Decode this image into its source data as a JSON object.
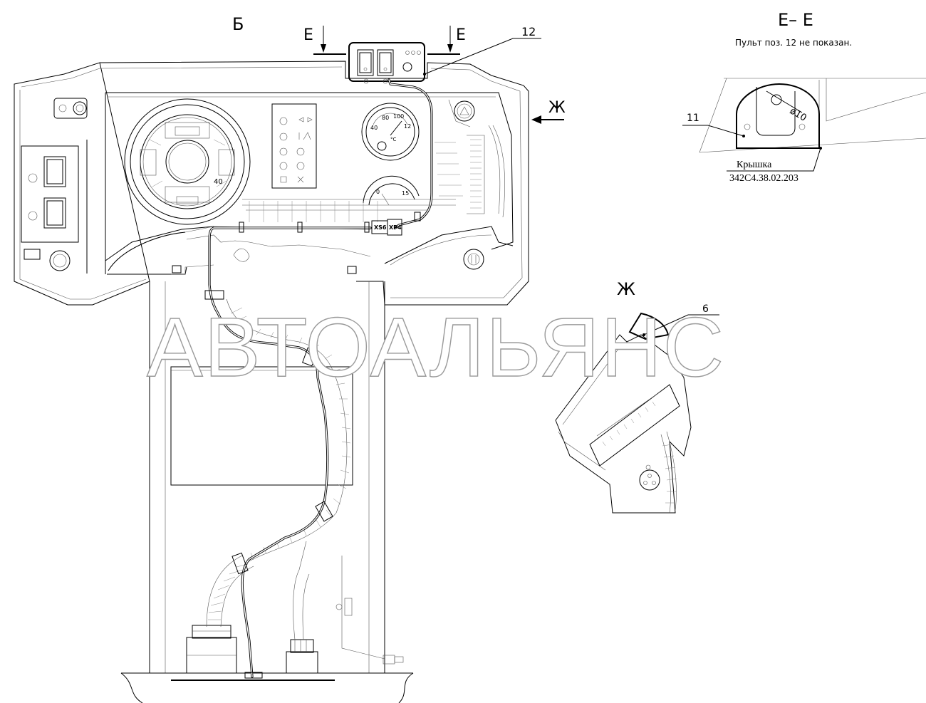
{
  "labels": {
    "view_b": "Б",
    "view_zh": "Ж",
    "arrow_zh": "Ж",
    "section_e_left": "Е",
    "section_e_right": "Е",
    "section_title": "Е– Е",
    "section_note": "Пульт поз. 12 не показан.",
    "pos_12": "12",
    "pos_11": "11",
    "pos_6": "6",
    "diameter": "ø10",
    "cover_name": "Крышка",
    "cover_code": "342С4.38.02.203",
    "connector_xs6": "XS6",
    "connector_xp4": "XP4"
  },
  "watermark": "АВТОАЛЬЯНС",
  "gauges": {
    "temp_ticks": [
      "40",
      "80",
      "100",
      "12"
    ],
    "temp_unit": "°C",
    "lower_ticks": [
      "0",
      "15"
    ],
    "tacho_ticks": [
      "40"
    ]
  },
  "colors": {
    "line": "#000000",
    "watermark_stroke": "#9a9a9a",
    "background": "#ffffff"
  }
}
